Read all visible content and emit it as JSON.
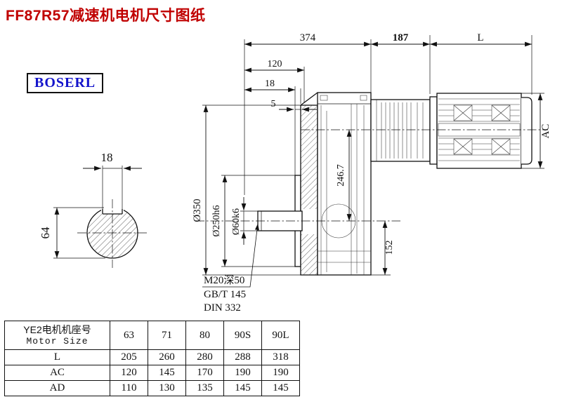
{
  "title": "FF87R57减速机电机尺寸图纸",
  "logo": "BOSERL",
  "colors": {
    "title": "#c00000",
    "logo_text": "#1313cb",
    "line": "#111111"
  },
  "drawing": {
    "dim_374": "374",
    "dim_187": "187",
    "dim_L": "L",
    "dim_120": "120",
    "dim_18_top": "18",
    "dim_5": "5",
    "dim_AC": "AC",
    "dim_246_7": "246.7",
    "dim_152": "152",
    "dim_d350": "Ø350",
    "dim_d250": "Ø250h6",
    "dim_d60": "Ø60k6",
    "dim_key_18": "18",
    "dim_64": "64",
    "note_m20": "M20深50",
    "note_gbt": "GB/T 145",
    "note_din": "DIN 332"
  },
  "table": {
    "header_cn": "YE2电机机座号",
    "header_en": "Motor Size",
    "columns": [
      "63",
      "71",
      "80",
      "90S",
      "90L"
    ],
    "rows": [
      {
        "label": "L",
        "values": [
          "205",
          "260",
          "280",
          "288",
          "318"
        ]
      },
      {
        "label": "AC",
        "values": [
          "120",
          "145",
          "170",
          "190",
          "190"
        ]
      },
      {
        "label": "AD",
        "values": [
          "110",
          "130",
          "135",
          "145",
          "145"
        ]
      }
    ]
  }
}
